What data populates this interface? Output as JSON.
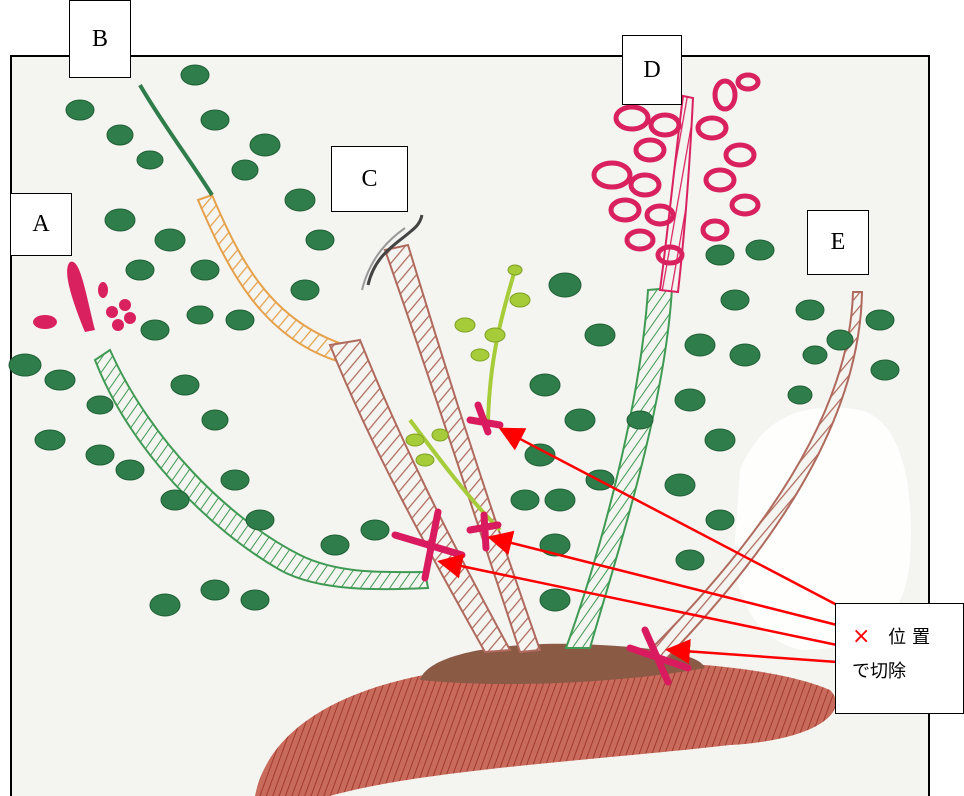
{
  "labels": {
    "a": "A",
    "b": "B",
    "c": "C",
    "d": "D",
    "e": "E"
  },
  "note": {
    "mark": "×",
    "line1": "位置",
    "line2": "で切除"
  },
  "colors": {
    "accent_red": "#ff0000",
    "leaf_green": "#2f7d4a",
    "stem_green": "#3f9a53",
    "stem_brown": "#b06a5d",
    "stem_orange": "#e6a14a",
    "flower_pink": "#d9215f",
    "lime": "#a7cc3a",
    "soil": "#b8483a",
    "mound": "#8a5a45"
  }
}
